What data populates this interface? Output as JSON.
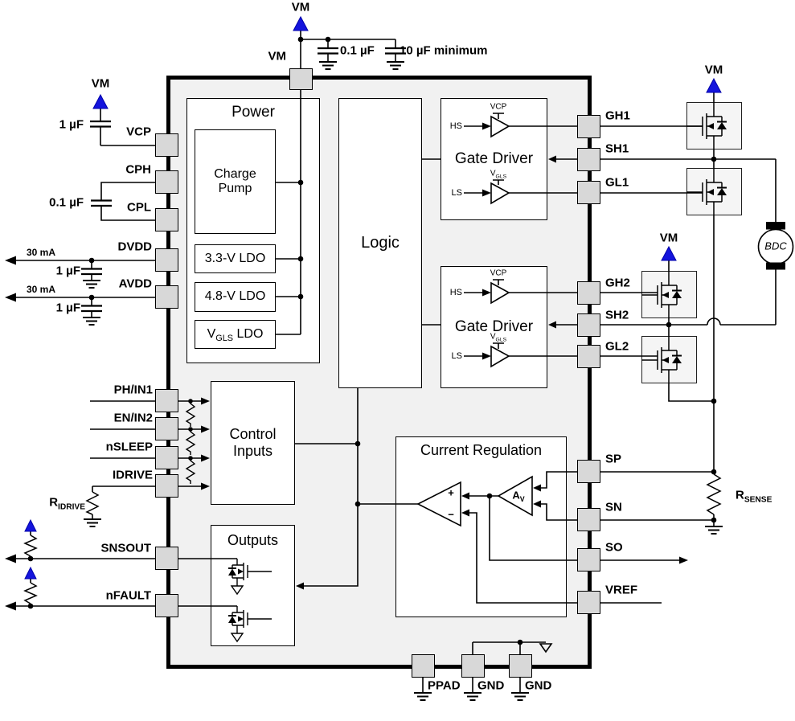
{
  "colors": {
    "vm_blue": "#1414dd",
    "pin_fill": "#d8d8d8",
    "chip_bg": "#f1f1f1",
    "fet_box_bg": "#f5f5f5"
  },
  "chip": {
    "pins": {
      "top": [
        "VM"
      ],
      "left": [
        "VCP",
        "CPH",
        "CPL",
        "DVDD",
        "AVDD",
        "PH/IN1",
        "EN/IN2",
        "nSLEEP",
        "IDRIVE",
        "SNSOUT",
        "nFAULT"
      ],
      "right": [
        "GH1",
        "SH1",
        "GL1",
        "GH2",
        "SH2",
        "GL2",
        "SP",
        "SN",
        "SO",
        "VREF"
      ],
      "bottom": [
        "PPAD",
        "GND",
        "GND"
      ]
    },
    "blocks": {
      "power": "Power",
      "charge_pump": "Charge Pump",
      "ldo_33": "3.3-V LDO",
      "ldo_48": "4.8-V LDO",
      "ldo_vgls": {
        "pre": "V",
        "sub": "GLS",
        "post": "LDO"
      },
      "logic": "Logic",
      "gate_driver_1": {
        "title": "Gate Driver",
        "hs": "HS",
        "ls": "LS",
        "hs_supply": "VCP",
        "ls_supply_pre": "V",
        "ls_supply_sub": "GLS"
      },
      "gate_driver_2": {
        "title": "Gate Driver",
        "hs": "HS",
        "ls": "LS",
        "hs_supply": "VCP",
        "ls_supply_pre": "V",
        "ls_supply_sub": "GLS"
      },
      "control_inputs": "Control Inputs",
      "outputs": "Outputs",
      "current_regulation": {
        "title": "Current Regulation",
        "amp_pre": "A",
        "amp_sub": "V",
        "plus": "+",
        "minus": "−"
      }
    }
  },
  "external": {
    "supply_label": "VM",
    "bulk_cap_small": "0.1 µF",
    "bulk_cap_large": "10 µF minimum",
    "vcp_cap": "1 µF",
    "flying_cap": "0.1 µF",
    "dvdd_cap": "1 µF",
    "avdd_cap": "1 µF",
    "dvdd_current": "30 mA",
    "avdd_current": "30 mA",
    "r_idrive": {
      "pre": "R",
      "sub": "IDRIVE"
    },
    "r_sense": {
      "pre": "R",
      "sub": "SENSE"
    },
    "motor_label": "BDC"
  }
}
